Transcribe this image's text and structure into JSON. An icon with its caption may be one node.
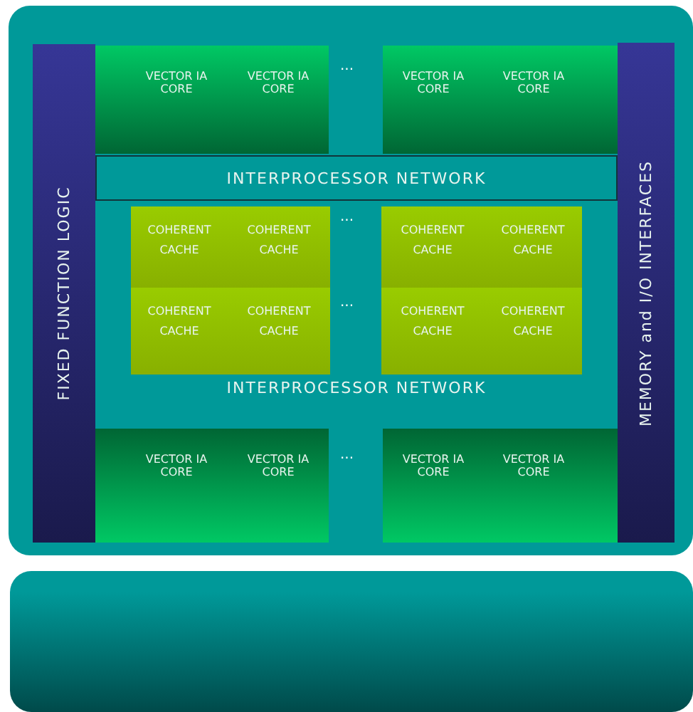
{
  "diagram": {
    "nodes": [
      {
        "text": [],
        "shape": "box"
      },
      {
        "text": [
          "FIXED FUNCTION LOGIC"
        ],
        "in": 0
      },
      {
        "text": [
          "MEMORY and I/O INTERFACES"
        ],
        "in": 0
      },
      {
        "text": [
          "VECTOR IA CORE"
        ],
        "in": 0
      },
      {
        "text": [
          "VECTOR IA CORE"
        ],
        "in": 0
      },
      {
        "text": [
          "VECTOR IA CORE"
        ],
        "in": 0
      },
      {
        "text": [
          "VECTOR IA CORE"
        ],
        "in": 0
      },
      {
        "text": [
          "INTERPROCESSOR NETWORK"
        ],
        "in": 0
      },
      {
        "text": [
          "INTERPROCESSOR NETWORK"
        ],
        "in": 0
      },
      {
        "text": [
          "COHERENT CACHE"
        ],
        "in": 8
      },
      {
        "text": [
          "COHERENT CACHE"
        ],
        "in": 8
      },
      {
        "text": [
          "COHERENT CACHE"
        ],
        "in": 8
      },
      {
        "text": [
          "COHERENT CACHE"
        ],
        "in": 8
      },
      {
        "text": [
          "COHERENT CACHE"
        ],
        "in": 8
      },
      {
        "text": [
          "COHERENT CACHE"
        ],
        "in": 8
      },
      {
        "text": [
          "COHERENT CACHE"
        ],
        "in": 8
      },
      {
        "text": [
          "COHERENT CACHE"
        ],
        "in": 8
      },
      {
        "text": [
          "VECTOR IA CORE"
        ],
        "in": 0
      },
      {
        "text": [
          "VECTOR IA CORE"
        ],
        "in": 0
      },
      {
        "text": [
          "VECTOR IA CORE"
        ],
        "in": 0
      },
      {
        "text": [
          "VECTOR IA CORE"
        ],
        "in": 0
      },
      {
        "text": [],
        "shape": "box"
      }
    ],
    "edges": [],
    "labels": [
      "...",
      "...",
      "...",
      "..."
    ]
  }
}
